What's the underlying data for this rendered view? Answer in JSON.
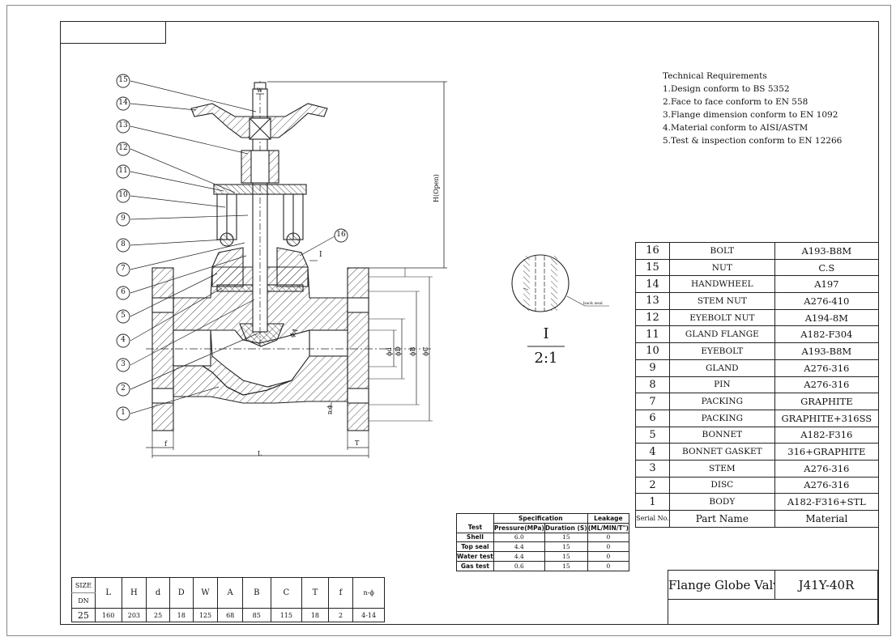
{
  "tech_requirements": {
    "title": "Technical Requirements",
    "items": [
      "1.Design conform to BS 5352",
      "2.Face to face conform to EN 558",
      "3.Flange dimension conform to EN 1092",
      "4.Material conform to AISI/ASTM",
      "5.Test & inspection conform to EN 12266"
    ]
  },
  "parts": [
    {
      "no": "16",
      "name": "BOLT",
      "material": "A193-B8M"
    },
    {
      "no": "15",
      "name": "NUT",
      "material": "C.S"
    },
    {
      "no": "14",
      "name": "HANDWHEEL",
      "material": "A197"
    },
    {
      "no": "13",
      "name": "STEM NUT",
      "material": "A276-410"
    },
    {
      "no": "12",
      "name": "EYEBOLT NUT",
      "material": "A194-8M"
    },
    {
      "no": "11",
      "name": "GLAND FLANGE",
      "material": "A182-F304"
    },
    {
      "no": "10",
      "name": "EYEBOLT",
      "material": "A193-B8M"
    },
    {
      "no": "9",
      "name": "GLAND",
      "material": "A276-316"
    },
    {
      "no": "8",
      "name": "PIN",
      "material": "A276-316"
    },
    {
      "no": "7",
      "name": "PACKING",
      "material": "GRAPHITE"
    },
    {
      "no": "6",
      "name": "PACKING",
      "material": "GRAPHITE+316SS"
    },
    {
      "no": "5",
      "name": "BONNET",
      "material": "A182-F316"
    },
    {
      "no": "4",
      "name": "BONNET GASKET",
      "material": "316+GRAPHITE"
    },
    {
      "no": "3",
      "name": "STEM",
      "material": "A276-316"
    },
    {
      "no": "2",
      "name": "DISC",
      "material": "A276-316"
    },
    {
      "no": "1",
      "name": "BODY",
      "material": "A182-F316+STL"
    }
  ],
  "parts_header": {
    "no": "Serial No.",
    "name": "Part Name",
    "material": "Material"
  },
  "spec": {
    "header": {
      "test": "Test",
      "spec": "Specification",
      "pressure": "Pressure(MPa)",
      "duration": "Duration (S)",
      "leakage": "Leakage",
      "leak_unit": "(ML/MIN/T\")"
    },
    "rows": [
      {
        "test": "Shell",
        "pressure": "6.0",
        "duration": "15",
        "leakage": "0"
      },
      {
        "test": "Top seal",
        "pressure": "4.4",
        "duration": "15",
        "leakage": "0"
      },
      {
        "test": "Water test",
        "pressure": "4.4",
        "duration": "15",
        "leakage": "0"
      },
      {
        "test": "Gas test",
        "pressure": "0.6",
        "duration": "15",
        "leakage": "0"
      }
    ]
  },
  "size_table": {
    "size_label": "SIZE",
    "dn_label": "DN",
    "headers": [
      "L",
      "H",
      "d",
      "D",
      "W",
      "A",
      "B",
      "C",
      "T",
      "f",
      "n-ϕ"
    ],
    "dn_value": "25",
    "values": [
      "160",
      "203",
      "25",
      "18",
      "125",
      "68",
      "85",
      "115",
      "18",
      "2",
      "4-14"
    ]
  },
  "title_block": {
    "name": "Flange Globe Valve",
    "model": "J41Y-40R"
  },
  "detail": {
    "label": "I",
    "scale": "2:1",
    "note": "back seal"
  },
  "dimension_labels": {
    "W": "W",
    "H": "H(Open)",
    "L": "L",
    "f": "f",
    "T": "T",
    "d": "ϕd",
    "D": "ϕD",
    "A": "ϕA",
    "B": "ϕB",
    "C": "ϕC",
    "n": "n-ϕ",
    "section": "I"
  },
  "balloons": [
    "15",
    "14",
    "13",
    "12",
    "11",
    "10",
    "9",
    "8",
    "7",
    "6",
    "5",
    "4",
    "3",
    "2",
    "1"
  ],
  "balloon16": "16"
}
